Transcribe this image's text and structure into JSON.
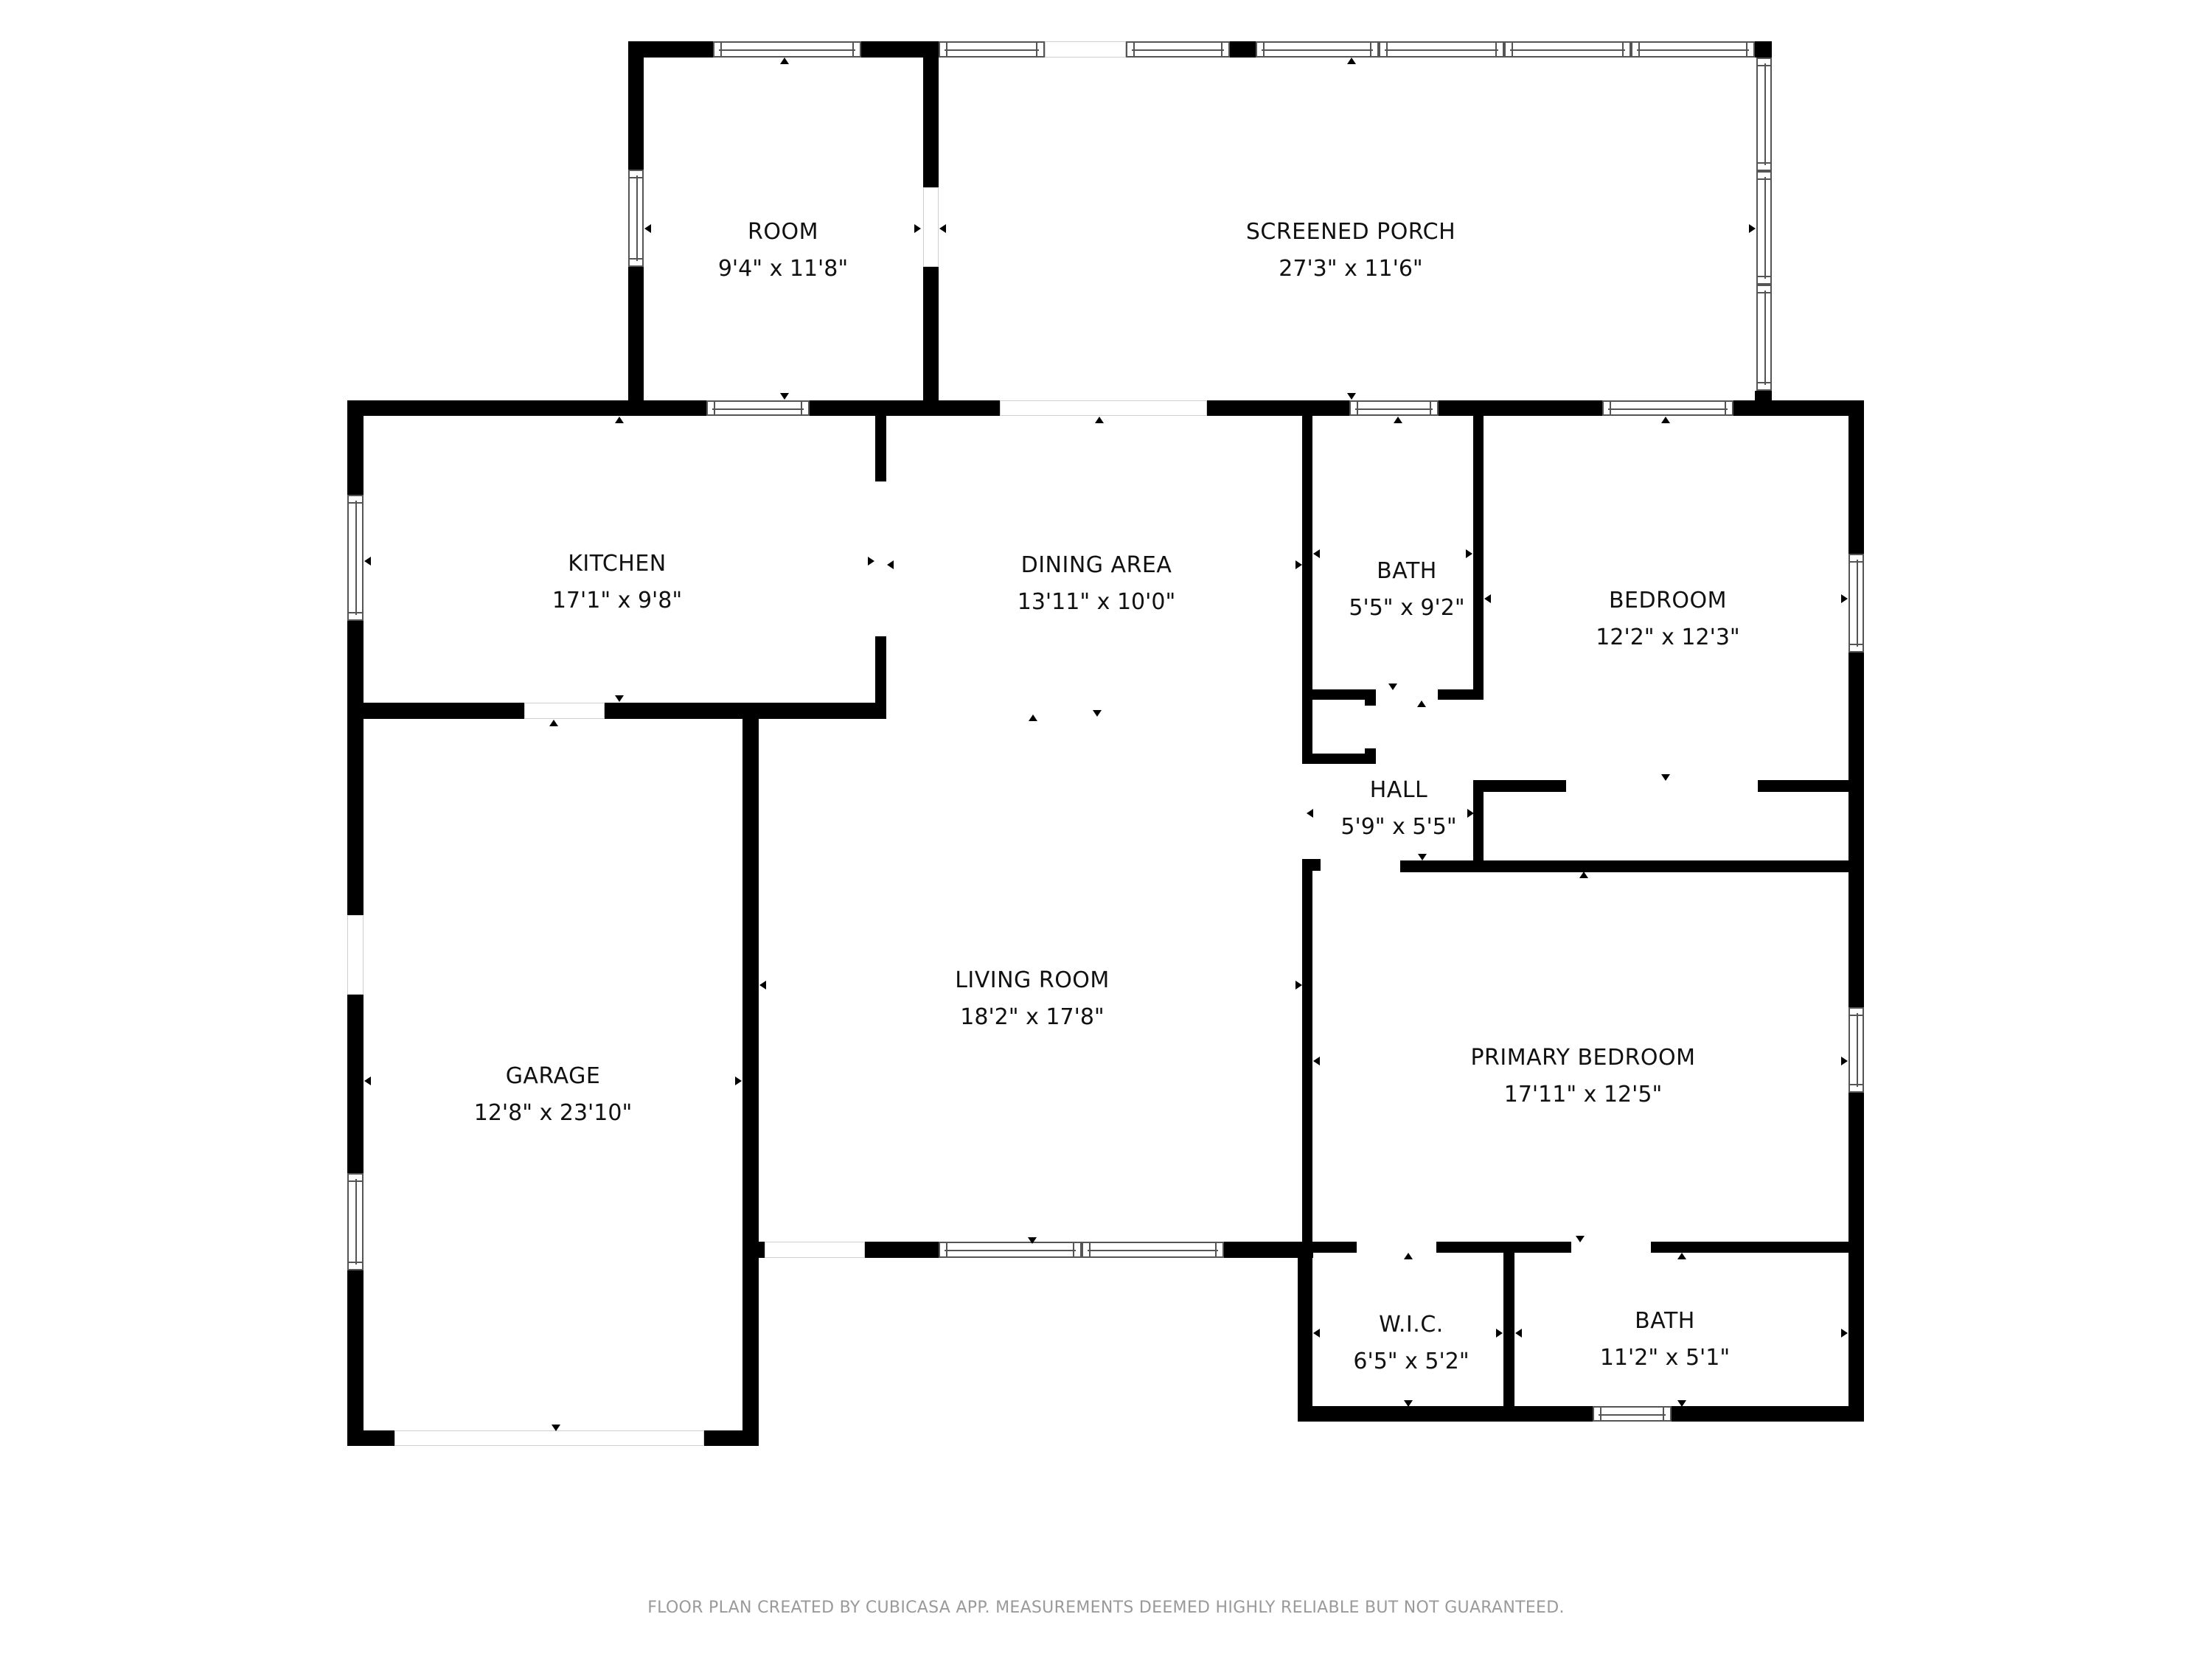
{
  "floor_plan": {
    "rooms": [
      {
        "name": "ROOM",
        "dimensions": "9'4\" x 11'8\""
      },
      {
        "name": "SCREENED PORCH",
        "dimensions": "27'3\" x 11'6\""
      },
      {
        "name": "KITCHEN",
        "dimensions": "17'1\" x 9'8\""
      },
      {
        "name": "DINING AREA",
        "dimensions": "13'11\" x 10'0\""
      },
      {
        "name": "BATH",
        "dimensions": "5'5\" x 9'2\""
      },
      {
        "name": "BEDROOM",
        "dimensions": "12'2\" x 12'3\""
      },
      {
        "name": "HALL",
        "dimensions": "5'9\" x 5'5\""
      },
      {
        "name": "GARAGE",
        "dimensions": "12'8\" x 23'10\""
      },
      {
        "name": "LIVING ROOM",
        "dimensions": "18'2\" x 17'8\""
      },
      {
        "name": "PRIMARY BEDROOM",
        "dimensions": "17'11\" x 12'5\""
      },
      {
        "name": "W.I.C.",
        "dimensions": "6'5\" x 5'2\""
      },
      {
        "name": "BATH",
        "dimensions": "11'2\" x 5'1\""
      }
    ],
    "colors": {
      "wall": "#000000",
      "background": "#ffffff",
      "footer_text": "#9a9a9a"
    }
  },
  "footer": {
    "disclaimer": "FLOOR PLAN CREATED BY CUBICASA APP. MEASUREMENTS DEEMED HIGHLY RELIABLE BUT NOT GUARANTEED."
  }
}
